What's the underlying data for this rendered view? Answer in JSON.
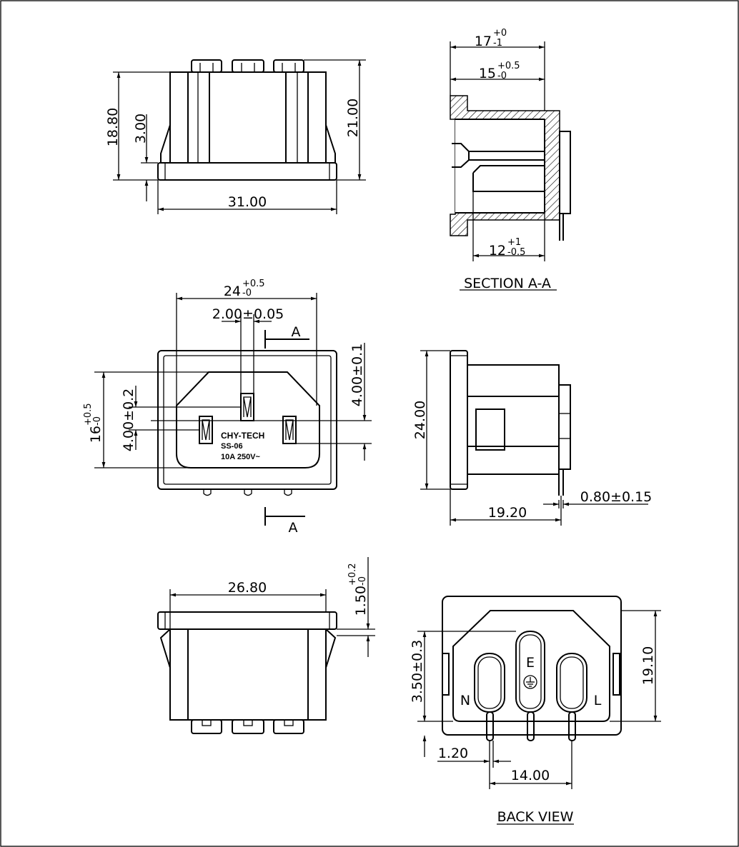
{
  "top_view": {
    "dim_height_outer": "18.80",
    "dim_flange": "3.00",
    "dim_total_height": "21.00",
    "dim_width": "31.00"
  },
  "section": {
    "dim_17": "17",
    "dim_17_tol_upper": "+0",
    "dim_17_tol_lower": "-1",
    "dim_15": "15",
    "dim_15_tol_upper": "+0.5",
    "dim_15_tol_lower": "-0",
    "dim_12": "12",
    "dim_12_tol_upper": "+1",
    "dim_12_tol_lower": "-0.5",
    "title": "SECTION  A-A"
  },
  "front_view": {
    "dim_24": "24",
    "dim_24_tol_upper": "+0.5",
    "dim_24_tol_lower": "-0",
    "dim_pin_width": "2.00±0.05",
    "section_mark": "A",
    "dim_4_right": "4.00±0.1",
    "dim_4_left": "4.00±0.2",
    "dim_16": "16",
    "dim_16_tol_upper": "+0.5",
    "dim_16_tol_lower": "-0",
    "brand": "CHY-TECH",
    "model": "SS-06",
    "rating": "10A 250V~"
  },
  "side_view": {
    "dim_height": "24.00",
    "dim_depth": "19.20",
    "dim_pin": "0.80±0.15"
  },
  "bottom_view": {
    "dim_width": "26.80",
    "dim_flange": "1.50",
    "dim_flange_tol_upper": "+0.2",
    "dim_flange_tol_lower": "-0"
  },
  "back_view": {
    "dim_height": "19.10",
    "dim_pin_offset": "3.50±0.3",
    "dim_pin_dia": "1.20",
    "dim_spacing": "14.00",
    "label_n": "N",
    "label_e": "E",
    "label_l": "L",
    "title": "BACK  VIEW"
  }
}
